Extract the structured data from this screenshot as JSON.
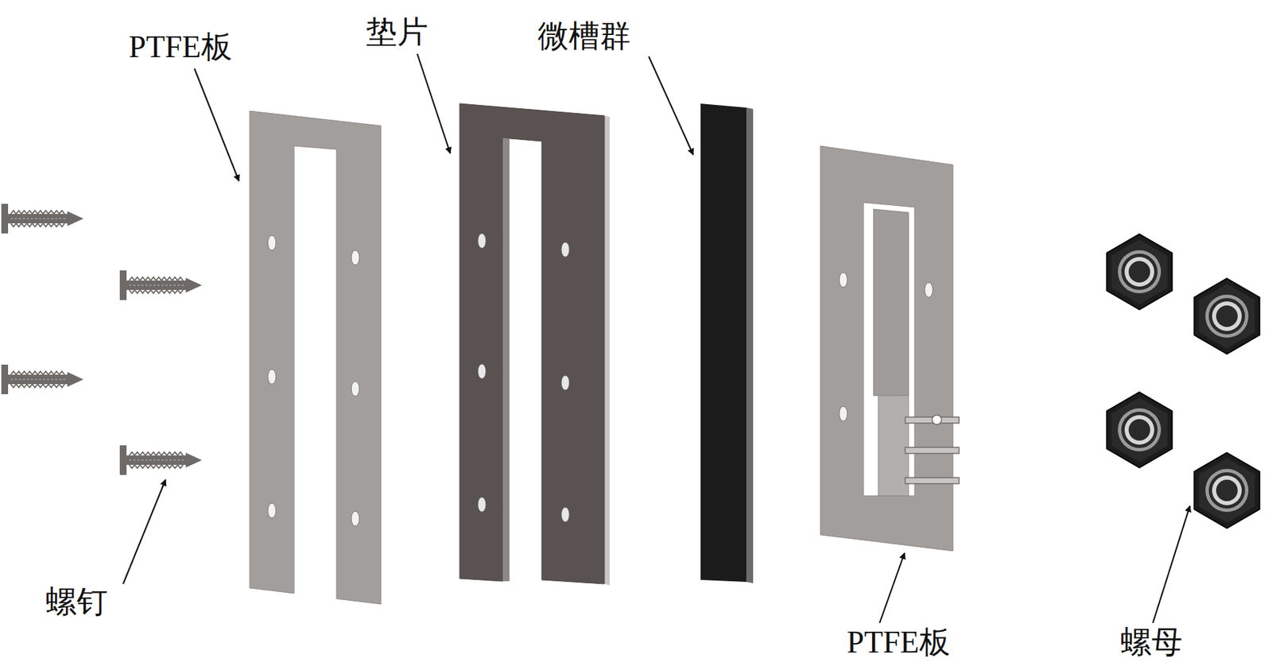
{
  "diagram": {
    "labels": [
      "PTFE板",
      "垫片",
      "微槽群",
      "PTFE板",
      "螺钉",
      "螺母"
    ]
  }
}
